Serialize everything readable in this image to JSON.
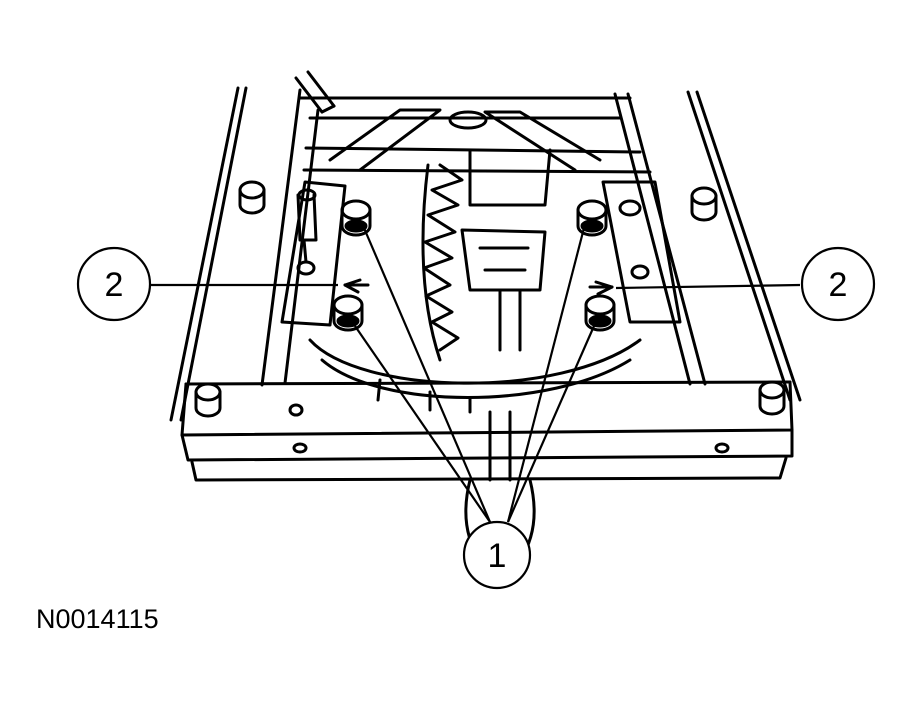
{
  "figure": {
    "id_text": "N0014115"
  },
  "callouts": [
    {
      "label": "1"
    },
    {
      "label": "2"
    },
    {
      "label": "2"
    }
  ],
  "colors": {
    "ink": "#000000",
    "paper": "#ffffff"
  }
}
